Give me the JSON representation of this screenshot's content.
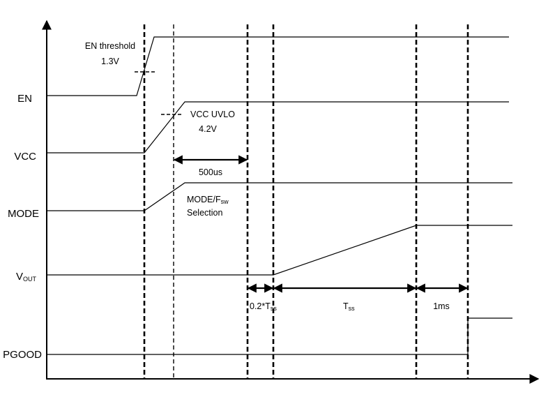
{
  "signals": {
    "en": "EN",
    "vcc": "VCC",
    "mode": "MODE",
    "vout_main": "V",
    "vout_sub": "OUT",
    "pgood": "PGOOD"
  },
  "annotations": {
    "en_threshold_line1": "EN threshold",
    "en_threshold_line2": "1.3V",
    "vcc_uvlo_line1": "VCC UVLO",
    "vcc_uvlo_line2": "4.2V",
    "delay_500us": "500us",
    "mode_fsw_main": "MODE/F",
    "mode_fsw_sub": "sw",
    "mode_fsw_line2": "Selection",
    "pre_ss_main": "0.2*T",
    "pre_ss_sub": "ss",
    "tss_main": "T",
    "tss_sub": "ss",
    "delay_1ms": "1ms"
  }
}
